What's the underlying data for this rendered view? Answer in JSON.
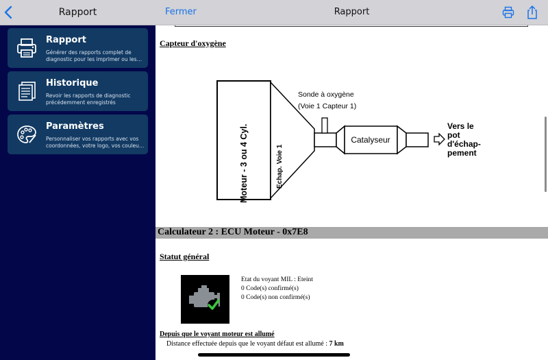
{
  "sidebar": {
    "title": "Rapport",
    "items": [
      {
        "label": "Rapport",
        "description": "Générer des rapports complet de diagnostic pour les imprimer ou les…",
        "icon": "printer-icon"
      },
      {
        "label": "Historique",
        "description": "Revoir les rapports de diagnostic précédemment enregistrés",
        "icon": "documents-icon"
      },
      {
        "label": "Paramètres",
        "description": "Personnaliser vos rapports avec vos coordonnées, votre logo, vos couleu…",
        "icon": "palette-icon"
      }
    ]
  },
  "header": {
    "close_label": "Fermer",
    "title": "Rapport"
  },
  "report": {
    "oxygen_section_title": "Capteur d'oxygène",
    "diagram": {
      "engine_label": "Moteur - 3 ou 4 Cyl.",
      "exhaust_label": "Echap. Voie 1",
      "sensor_label_line1": "Sonde à oxygène",
      "sensor_label_line2": "(Voie 1 Capteur 1)",
      "catalyst_label": "Catalyseur",
      "exit_line1": "Vers le",
      "exit_line2": "pot",
      "exit_line3": "d'échap-",
      "exit_line4": "pement"
    },
    "ecu_bar_label": "Calculateur 2 : ECU Moteur - 0x7E8",
    "status_section_title": "Statut général",
    "status_lines": [
      "Etat du voyant MIL : Eteint",
      "0 Code(s) confirmé(s)",
      "0 Code(s) non confirmé(s)"
    ],
    "mil_section_title": "Depuis que le voyant moteur est allumé",
    "mil_distance_label": "Distance effectuée depuis que le voyant défaut est allumé :",
    "mil_distance_value": "7 km"
  },
  "colors": {
    "sidebar_bg": "#03074a",
    "card_bg": "#123a63",
    "accent": "#1a73e8",
    "check_green": "#3cc43c"
  }
}
